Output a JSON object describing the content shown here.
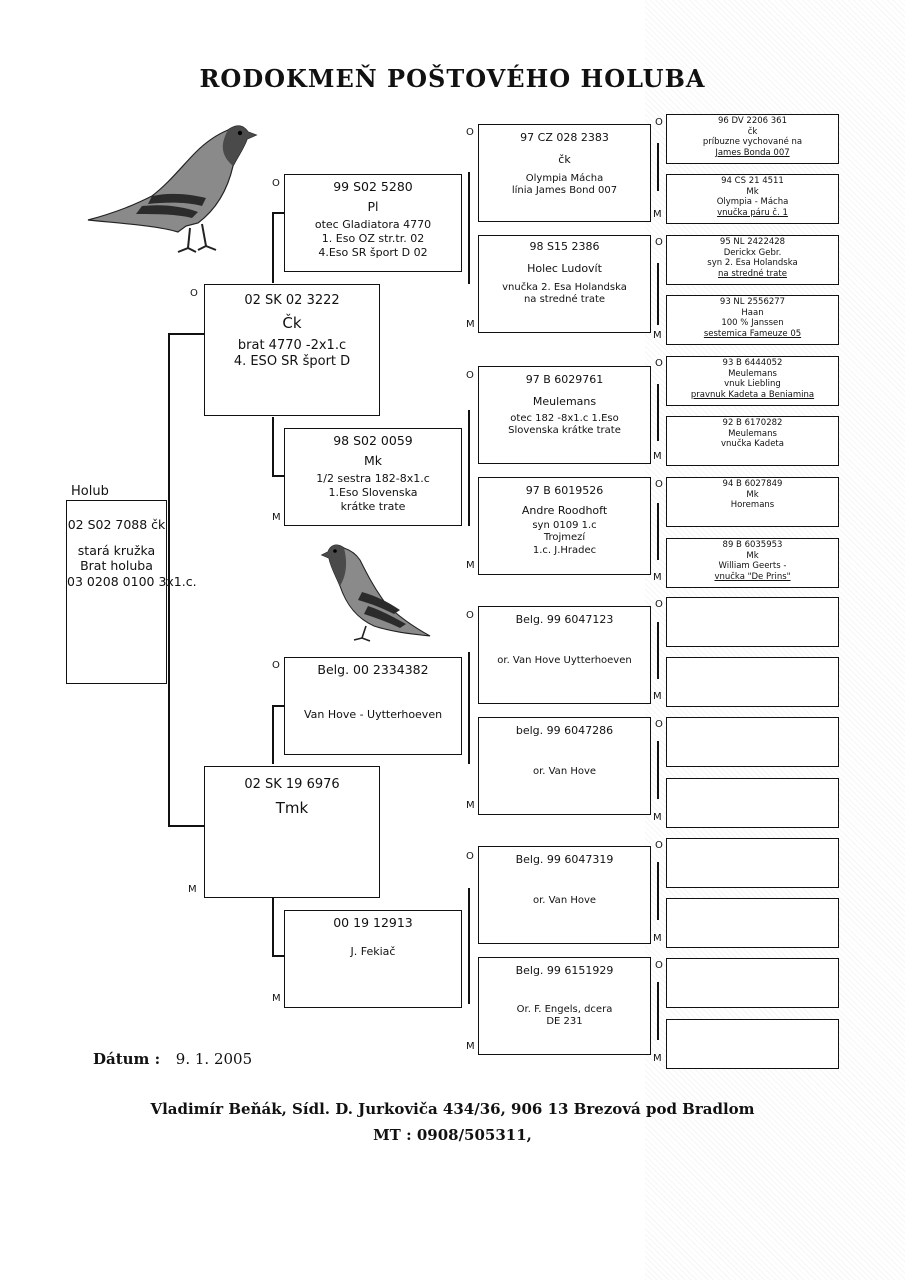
{
  "title": "RODOKMEŇ POŠTOVÉHO HOLUBA",
  "subject_label": "Holub",
  "subject": [
    "02 S02 7088   čk",
    "stará  kružka",
    "Brat  holuba",
    "03 0208 0100  3x1.c."
  ],
  "gen1": {
    "sire": [
      "02 SK 02 3222",
      "Čk",
      "brat  4770 -2x1.c",
      "4. ESO  SR  šport  D"
    ],
    "dam": [
      "02 SK 19  6976",
      "Tmk"
    ]
  },
  "gen2": {
    "ss": [
      "99 S02 5280",
      "Pl",
      "otec Gladiatora  4770",
      "1. Eso OZ str.tr. 02",
      "4.Eso SR šport D 02"
    ],
    "sd": [
      "98 S02 0059",
      "Mk",
      "1/2 sestra  182-8x1.c",
      "1.Eso  Slovenska",
      "krátke  trate"
    ],
    "ds": [
      "Belg.  00 2334382",
      "Van Hove - Uytterhoeven"
    ],
    "dd": [
      "00 19 12913",
      "J. Fekiač"
    ]
  },
  "gen3": {
    "sss": [
      "97 CZ 028 2383",
      "čk",
      "Olympia  Mácha",
      "línia  James Bond 007"
    ],
    "ssd": [
      "98 S15 2386",
      "Holec  Ludovít",
      "vnučka 2. Esa Holandska",
      "na stredné trate"
    ],
    "sds": [
      "97 B 6029761",
      "Meulemans",
      "otec 182 -8x1.c           1.Eso",
      "Slovenska  krátke  trate"
    ],
    "sdd": [
      "97 B 6019526",
      "Andre  Roodhoft",
      "syn  0109                    1.c",
      "Trojmezí",
      "1.c.   J.Hradec"
    ],
    "dss": [
      "Belg.  99 6047123",
      "or. Van Hove Uytterhoeven"
    ],
    "dsd": [
      "belg.  99 6047286",
      "or. Van Hove"
    ],
    "dds": [
      "Belg.  99 6047319",
      "or. Van Hove"
    ],
    "ddd": [
      "Belg.  99 6151929",
      "Or. F. Engels,                    dcera",
      "DE 231"
    ]
  },
  "gen4": [
    [
      "96 DV 2206 361",
      "čk",
      "príbuzne vychované na",
      "James  Bonda  007"
    ],
    [
      "94 CS 21 4511",
      "Mk",
      "Olympia  -  Mácha",
      "vnučka  páru  č. 1"
    ],
    [
      "95 NL 2422428",
      "Derickx  Gebr.",
      "syn 2. Esa Holandska",
      "na stredné trate"
    ],
    [
      "93 NL 2556277",
      "Haan",
      "100 % Janssen",
      "sestemica  Fameuze 05"
    ],
    [
      "93 B 6444052",
      "Meulemans",
      "vnuk Liebling",
      "pravnuk Kadeta a Beniamina"
    ],
    [
      "92 B 6170282",
      "Meulemans",
      "vnučka  Kadeta"
    ],
    [
      "94 B 6027849",
      "Mk",
      "Horemans"
    ],
    [
      "89 B 6035953",
      "Mk",
      "William  Geerts -",
      "vnučka \"De Prins\""
    ],
    [],
    [],
    [],
    [],
    [],
    [],
    [],
    []
  ],
  "marks": {
    "male": "O",
    "female": "M"
  },
  "date_label": "Dátum :",
  "date_value": "9. 1. 2005",
  "footer": {
    "line1": "Vladimír Beňák,  Sídl. D. Jurkoviča 434/36, 906 13 Brezová pod Bradlom",
    "line2": "MT : 0908/505311,"
  }
}
